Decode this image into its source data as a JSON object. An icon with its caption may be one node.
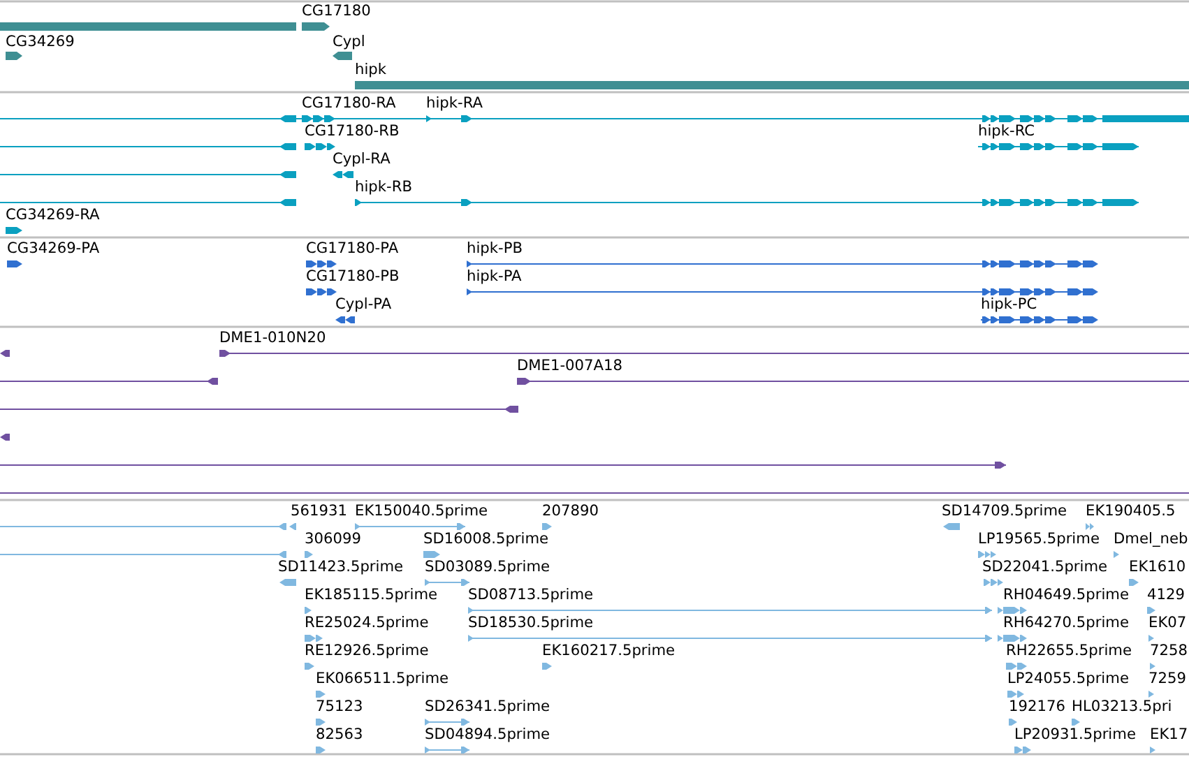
{
  "diagram": {
    "labels": [
      "CG17180",
      "CG34269",
      "Cypl",
      "hipk",
      "CG17180-RA",
      "hipk-RA",
      "CG17180-RB",
      "hipk-RC",
      "Cypl-RA",
      "hipk-RB",
      "CG34269-RA",
      "CG34269-PA",
      "CG17180-PA",
      "hipk-PB",
      "CG17180-PB",
      "hipk-PA",
      "Cypl-PA",
      "hipk-PC",
      "DME1-010N20",
      "DME1-007A18",
      "561931",
      "EK150040.5prime",
      "207890",
      "SD14709.5prime",
      "EK190405.5",
      "306099",
      "SD16008.5prime",
      "LP19565.5prime",
      "Dmel_neb",
      "SD11423.5prime",
      "SD03089.5prime",
      "SD22041.5prime",
      "EK1610",
      "EK185115.5prime",
      "SD08713.5prime",
      "RH04649.5prime",
      "4129",
      "RE25024.5prime",
      "SD18530.5prime",
      "RH64270.5prime",
      "EK07",
      "RE12926.5prime",
      "EK160217.5prime",
      "RH22655.5prime",
      "7258",
      "EK066511.5prime",
      "LP24055.5prime",
      "7259",
      "75123",
      "SD26341.5prime",
      "192176",
      "HL03213.5pri",
      "82563",
      "SD04894.5prime",
      "LP20931.5prime",
      "EK17"
    ]
  }
}
